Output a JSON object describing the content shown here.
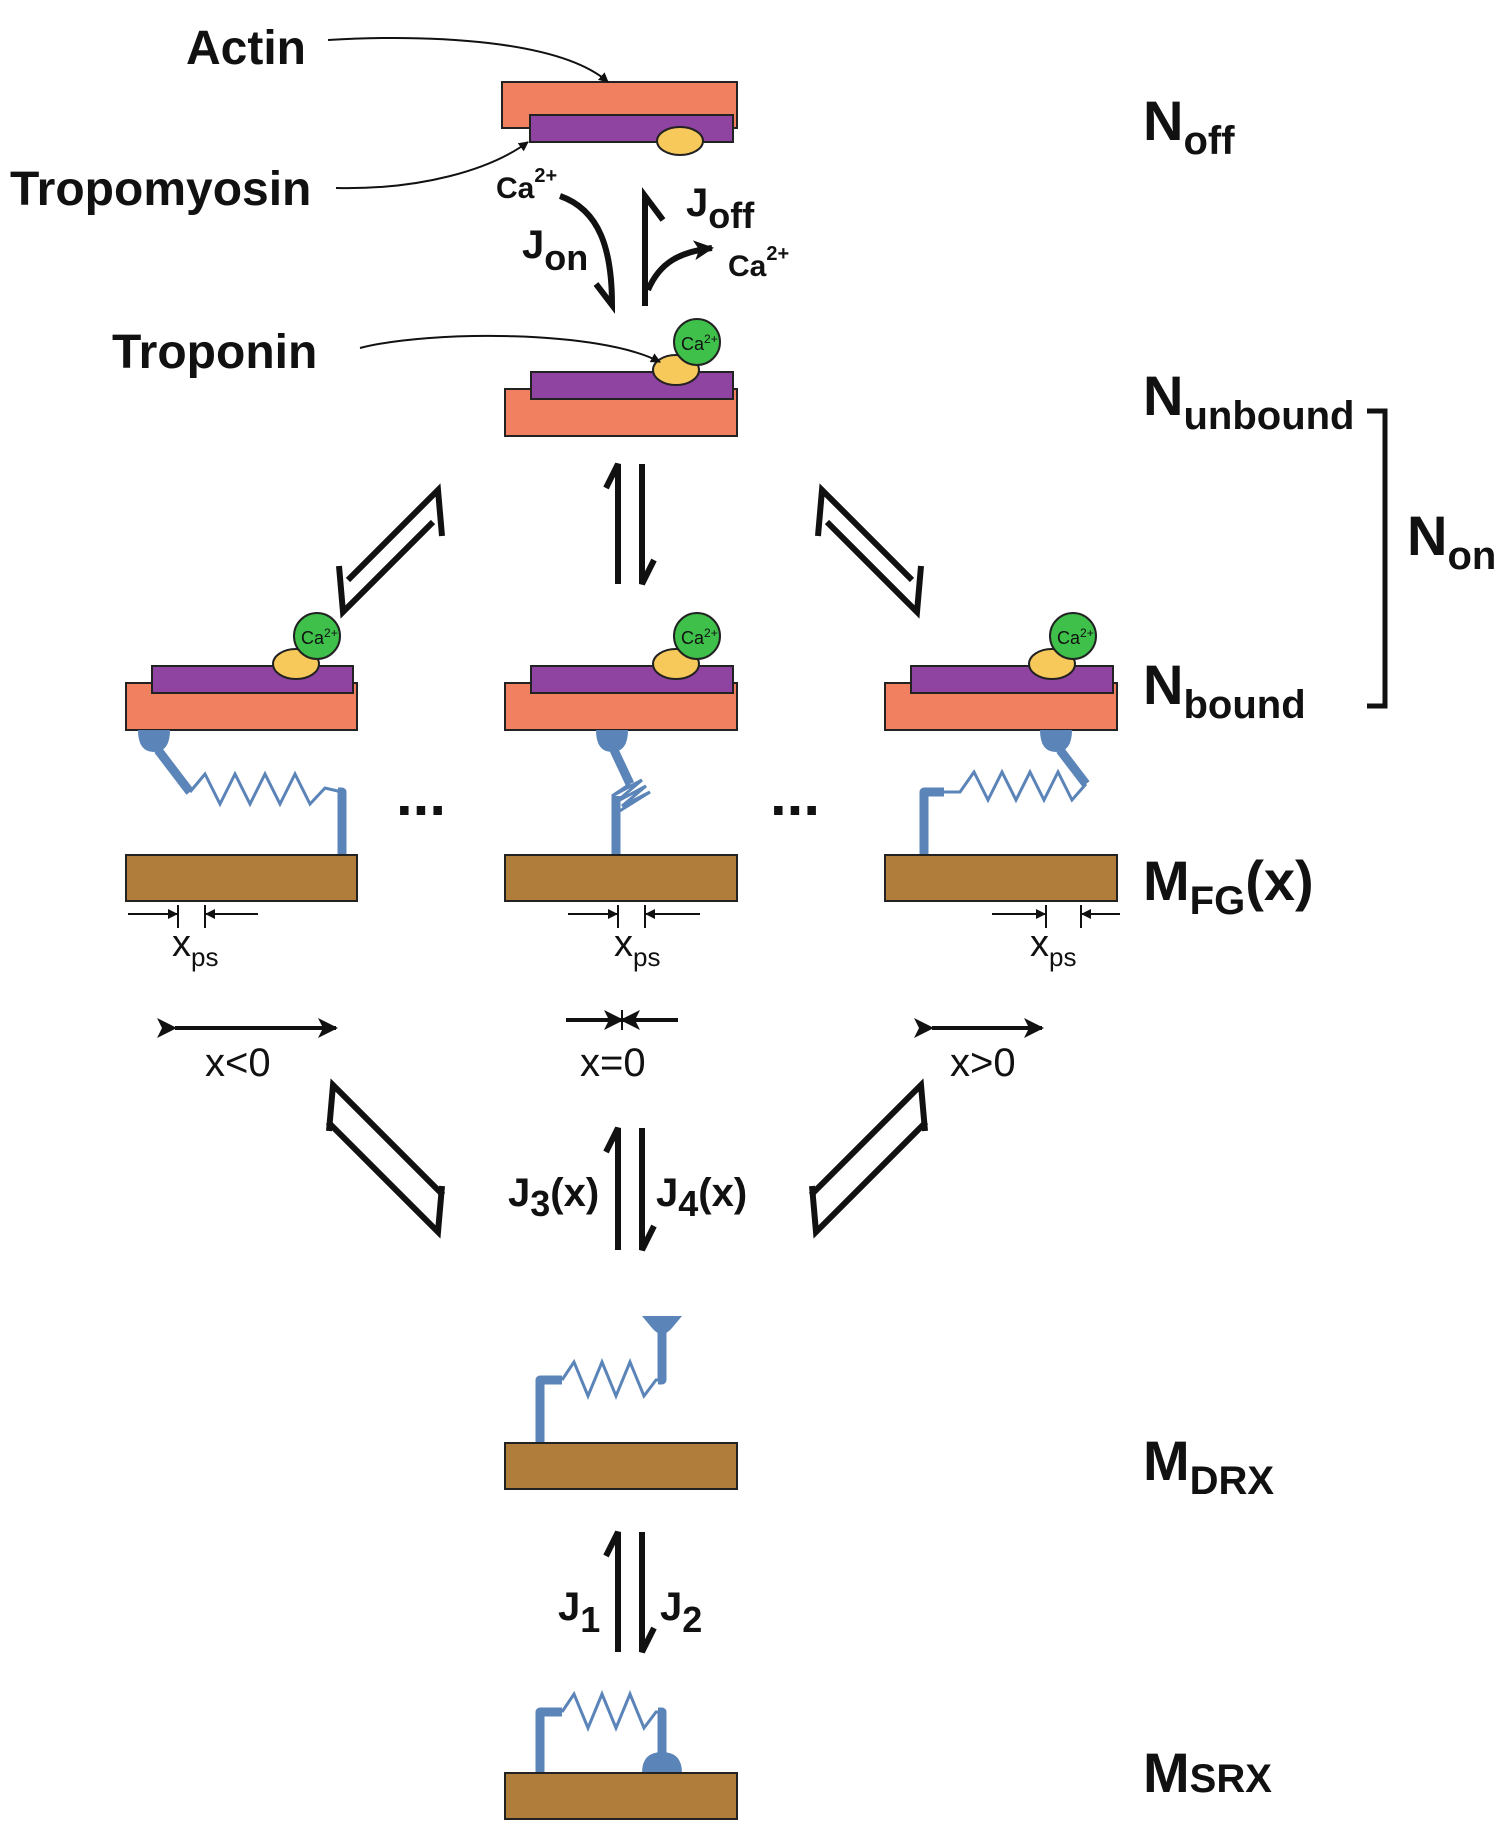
{
  "labels": {
    "actin": "Actin",
    "tropomyosin": "Tropomyosin",
    "troponin": "Troponin",
    "ca": "Ca",
    "ca_charge": "2+",
    "ca_ball": "Ca",
    "ca_ball_charge": "2+",
    "xps_main": "x",
    "xps_sub": "ps",
    "ellipsis": "..."
  },
  "states": {
    "n_off": {
      "main": "N",
      "sub": "off"
    },
    "n_unbound": {
      "main": "N",
      "sub": "unbound"
    },
    "n_on": {
      "main": "N",
      "sub": "on"
    },
    "n_bound": {
      "main": "N",
      "sub": "bound"
    },
    "m_fg": {
      "main": "M",
      "sub": "FG",
      "suffix": "(x)"
    },
    "m_drx": {
      "main": "M",
      "sub": "DRX"
    },
    "m_srx": {
      "main": "M",
      "sub": "SRX"
    }
  },
  "rates": {
    "j_on": {
      "main": "J",
      "sub": "on"
    },
    "j_off": {
      "main": "J",
      "sub": "off"
    },
    "j3": {
      "main": "J",
      "sub": "3",
      "suffix": "(x)"
    },
    "j4": {
      "main": "J",
      "sub": "4",
      "suffix": "(x)"
    },
    "j1": {
      "main": "J",
      "sub": "1"
    },
    "j2": {
      "main": "J",
      "sub": "2"
    }
  },
  "displacements": {
    "negative": "x<0",
    "zero": "x=0",
    "positive": "x>0"
  },
  "colors": {
    "actin": "#f08060",
    "tropomyosin": "#8e44a0",
    "troponin": "#f7c85a",
    "calcium": "#3ec04a",
    "thick_filament": "#b07d3a",
    "myosin": "#5b84b8"
  }
}
